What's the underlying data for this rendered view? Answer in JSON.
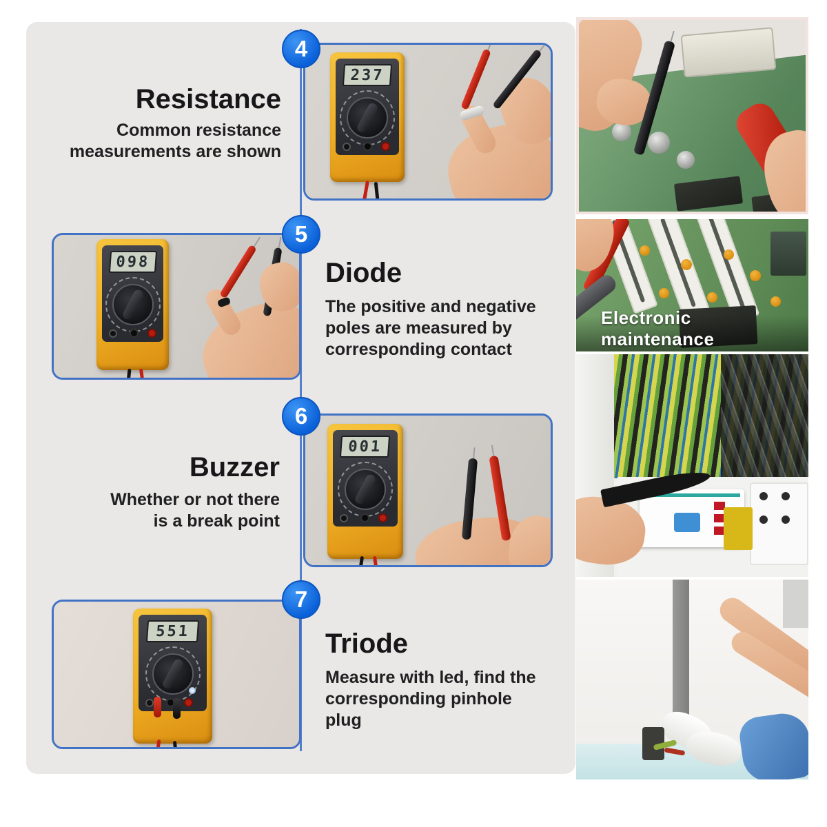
{
  "panel": {
    "bg": "#e9e8e6"
  },
  "colors": {
    "accent_blue": "#0f6be0",
    "frame_blue": "#4272c4",
    "connector_blue": "#5580cc",
    "meter_yellow": "#efae24"
  },
  "steps": [
    {
      "number": "4",
      "title": "Resistance",
      "desc_lines": [
        "Common resistance",
        "measurements are shown"
      ],
      "display": "237"
    },
    {
      "number": "5",
      "title": "Diode",
      "desc_lines": [
        "The positive and negative",
        "poles are measured by",
        "corresponding contact"
      ],
      "display": "098"
    },
    {
      "number": "6",
      "title": "Buzzer",
      "desc_lines": [
        "Whether or not there",
        "is a break point"
      ],
      "display": "001"
    },
    {
      "number": "7",
      "title": "Triode",
      "desc_lines": [
        "Measure with led, find the",
        "corresponding pinhole",
        "plug"
      ],
      "display": "551"
    }
  ],
  "right_column": {
    "photos": [
      {
        "name": "pcb-probing-photo",
        "caption": ""
      },
      {
        "name": "motherboard-photo",
        "caption": "Electronic maintenance"
      },
      {
        "name": "breaker-cabinet-photo",
        "caption": ""
      },
      {
        "name": "wall-repair-photo",
        "caption": ""
      }
    ]
  }
}
